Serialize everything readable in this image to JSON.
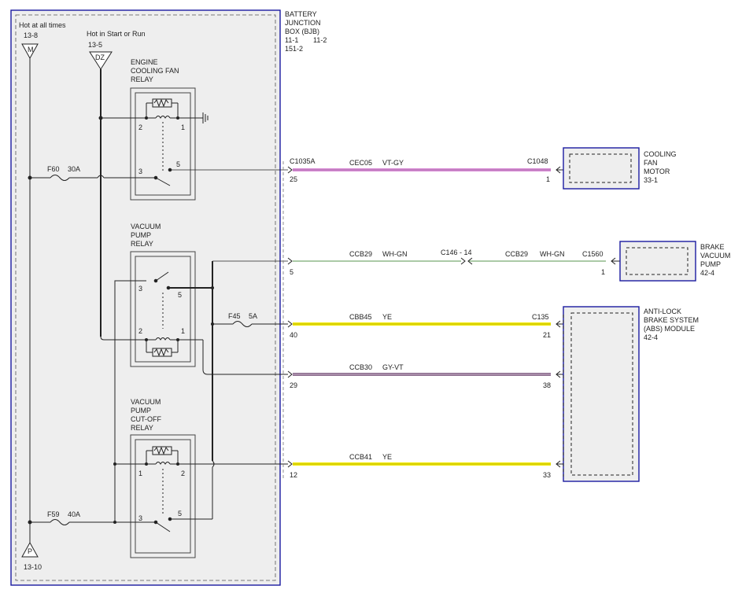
{
  "bjb": {
    "title_line1": "BATTERY",
    "title_line2": "JUNCTION",
    "title_line3": "BOX (BJB)",
    "ref1": "11-1",
    "ref2": "11-2",
    "ref3": "151-2"
  },
  "power": {
    "hot_label": "Hot at all times",
    "hot_ref": "13-8",
    "hot_code": "M",
    "run_label": "Hot in Start or Run",
    "run_ref": "13-5",
    "run_code": "DZ",
    "ground_code": "P",
    "ground_ref": "13-10"
  },
  "relays": {
    "fan": {
      "line1": "ENGINE",
      "line2": "COOLING FAN",
      "line3": "RELAY",
      "pin2": "2",
      "pin1": "1",
      "pin3": "3",
      "pin5": "5"
    },
    "pump": {
      "line1": "VACUUM",
      "line2": "PUMP",
      "line3": "RELAY",
      "pin3": "3",
      "pin5": "5",
      "pin2": "2",
      "pin1": "1"
    },
    "cutoff": {
      "line1": "VACUUM",
      "line2": "PUMP",
      "line3": "CUT-OFF",
      "line4": "RELAY",
      "pin1": "1",
      "pin2": "2",
      "pin3": "3",
      "pin5": "5"
    }
  },
  "fuses": {
    "f60": {
      "name": "F60",
      "rating": "30A"
    },
    "f45": {
      "name": "F45",
      "rating": "5A"
    },
    "f59": {
      "name": "F59",
      "rating": "40A"
    }
  },
  "wires": {
    "w1": {
      "left_conn": "C1035A",
      "left_pin": "25",
      "circuit": "CEC05",
      "color": "VT-GY",
      "right_conn": "C1048",
      "right_pin": "1"
    },
    "w2": {
      "left_pin": "5",
      "circuit_a": "CCB29",
      "color_a": "WH-GN",
      "splice": "C146 - 14",
      "circuit_b": "CCB29",
      "color_b": "WH-GN",
      "right_conn": "C1560",
      "right_pin": "1"
    },
    "w3": {
      "left_pin": "40",
      "circuit": "CBB45",
      "color": "YE",
      "right_conn": "C135",
      "right_pin": "21"
    },
    "w4": {
      "left_pin": "29",
      "circuit": "CCB30",
      "color": "GY-VT",
      "right_pin": "38"
    },
    "w5": {
      "left_pin": "12",
      "circuit": "CCB41",
      "color": "YE",
      "right_pin": "33"
    }
  },
  "components": {
    "fan_motor": {
      "line1": "COOLING",
      "line2": "FAN",
      "line3": "MOTOR",
      "ref": "33-1"
    },
    "vacuum_pump": {
      "line1": "BRAKE",
      "line2": "VACUUM",
      "line3": "PUMP",
      "ref": "42-4"
    },
    "abs": {
      "line1": "ANTI-LOCK",
      "line2": "BRAKE SYSTEM",
      "line3": "(ABS) MODULE",
      "ref": "42-4"
    }
  },
  "colors": {
    "box_border": "#1a1aa0",
    "box_fill": "#eeeeee",
    "violet_gray": "#d98ad6",
    "gray_violet": "#8e7090",
    "yellow": "#f2ea00",
    "white_green": "#8fb88a"
  }
}
